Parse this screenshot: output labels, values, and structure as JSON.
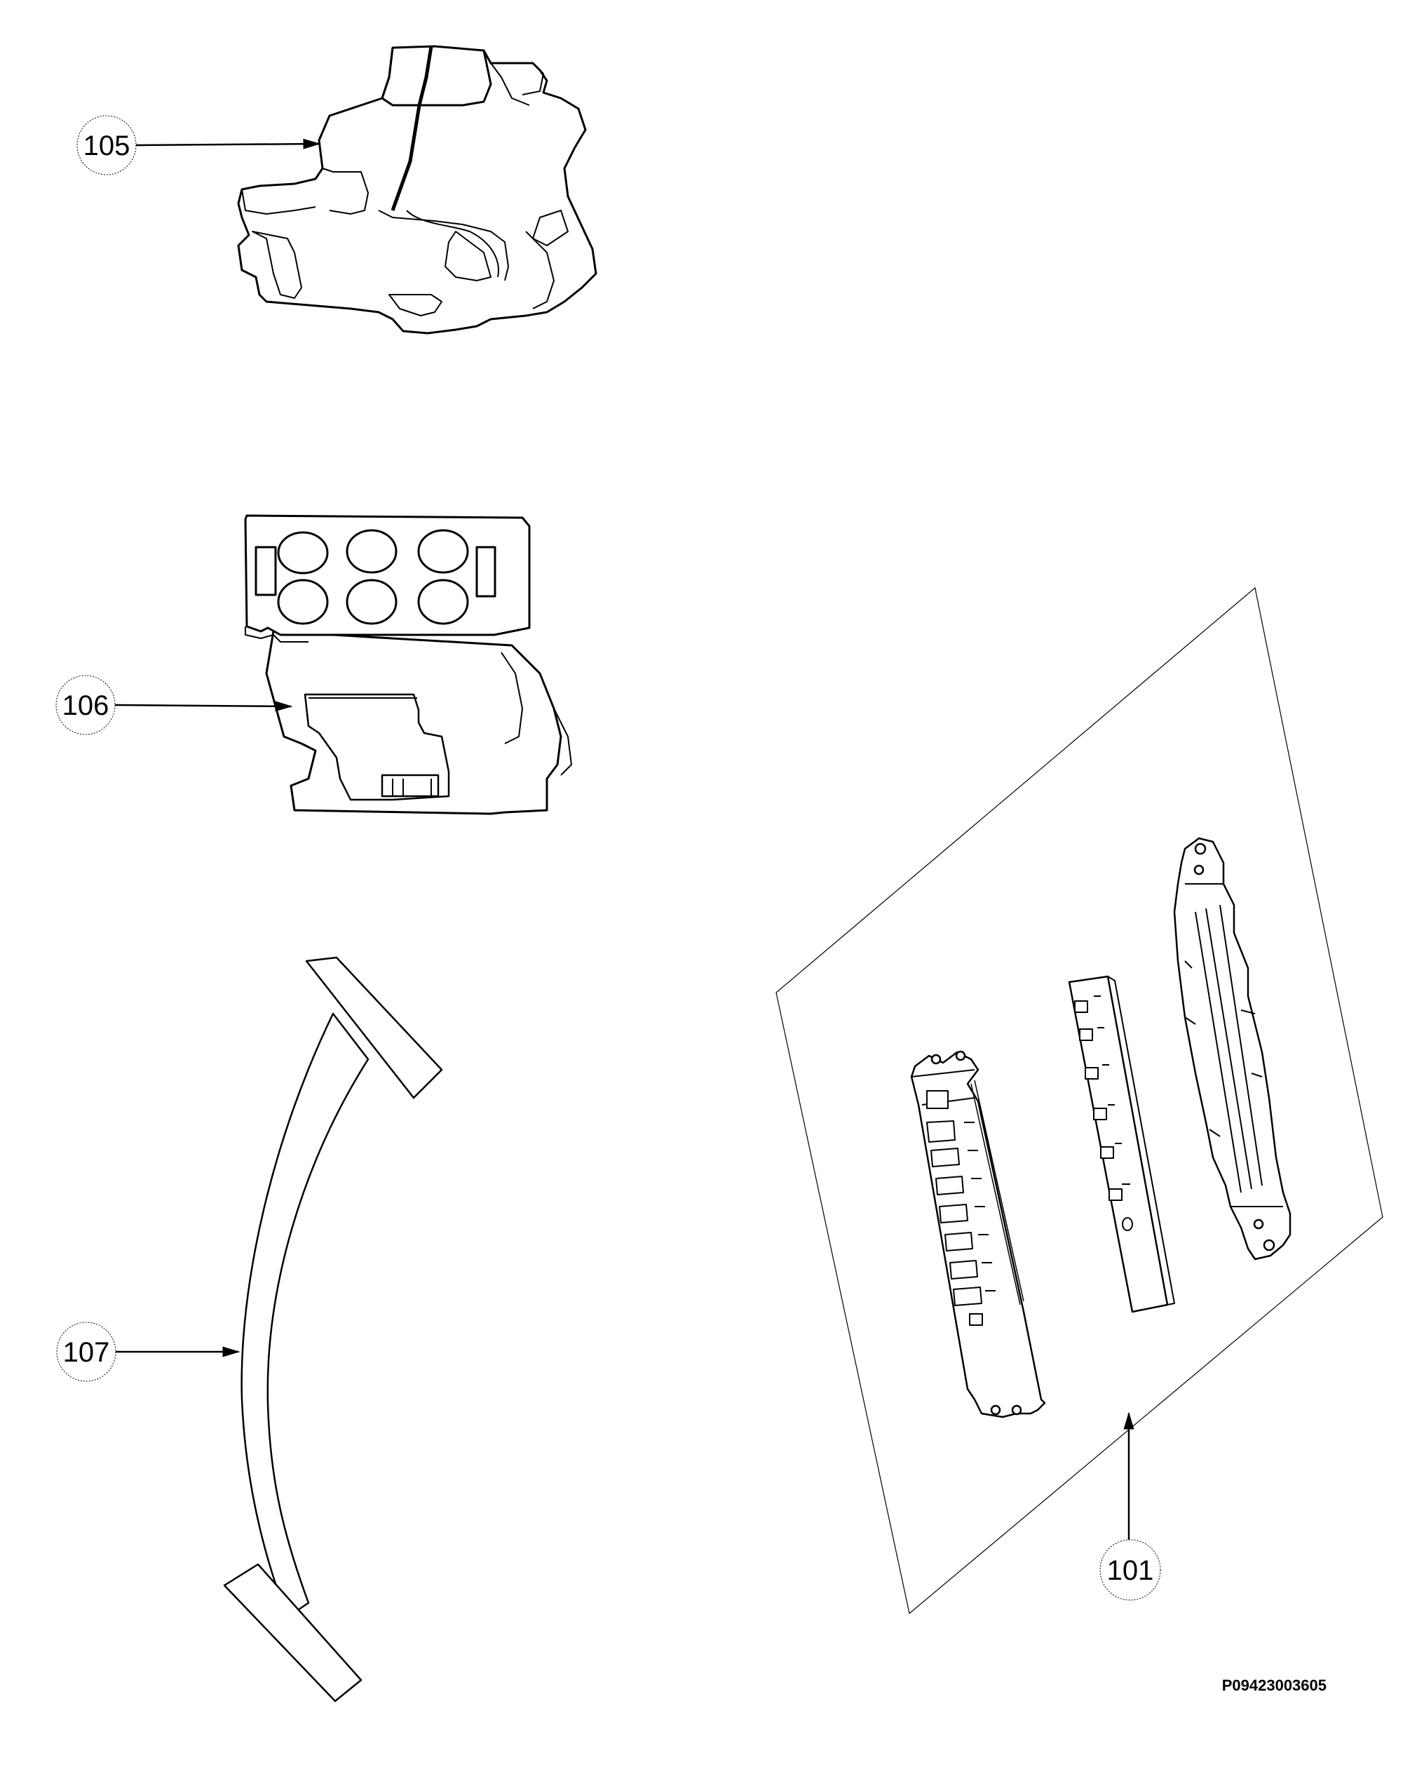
{
  "callouts": {
    "p105": "105",
    "p106": "106",
    "p107": "107",
    "p101": "101"
  },
  "reference_code": "P09423003605",
  "colors": {
    "line": "#000000",
    "background": "#ffffff"
  }
}
